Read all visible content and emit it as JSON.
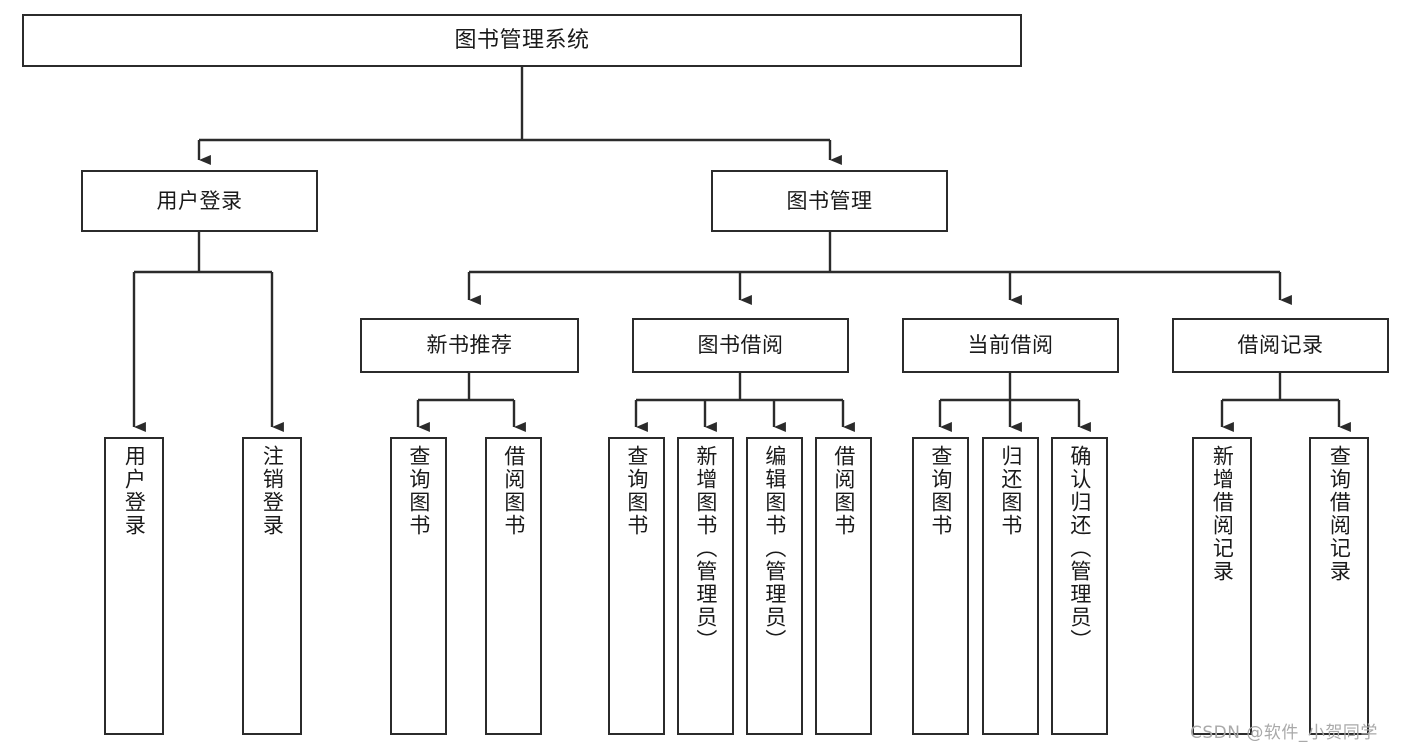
{
  "diagram": {
    "title": "图书管理系统",
    "type": "tree-hierarchy-diagram",
    "stroke_color": "#2b2b2b",
    "fill_color": "#ffffff",
    "watermark": "CSDN @软件_小贺同学"
  },
  "nodes": {
    "root": {
      "label": "图书管理系统"
    },
    "level2": [
      {
        "id": "user-login",
        "label": "用户登录"
      },
      {
        "id": "book-manage",
        "label": "图书管理"
      }
    ],
    "level3": [
      {
        "id": "new-book-rec",
        "label": "新书推荐"
      },
      {
        "id": "book-borrow",
        "label": "图书借阅"
      },
      {
        "id": "current-borrow",
        "label": "当前借阅"
      },
      {
        "id": "borrow-record",
        "label": "借阅记录"
      }
    ],
    "leaves": {
      "user_login": [
        {
          "id": "leaf-user-login",
          "label": "用户登录"
        },
        {
          "id": "leaf-logout-login",
          "label": "注销登录"
        }
      ],
      "new_book_rec": [
        {
          "id": "leaf-query-book-1",
          "label": "查询图书"
        },
        {
          "id": "leaf-borrow-book-1",
          "label": "借阅图书"
        }
      ],
      "book_borrow": [
        {
          "id": "leaf-query-book-2",
          "label": "查询图书"
        },
        {
          "id": "leaf-add-book",
          "label": "新增图书（管理员）"
        },
        {
          "id": "leaf-edit-book",
          "label": "编辑图书（管理员）"
        },
        {
          "id": "leaf-borrow-book-2",
          "label": "借阅图书"
        }
      ],
      "current_borrow": [
        {
          "id": "leaf-query-book-3",
          "label": "查询图书"
        },
        {
          "id": "leaf-return-book",
          "label": "归还图书"
        },
        {
          "id": "leaf-confirm-return",
          "label": "确认归还（管理员）"
        }
      ],
      "borrow_record": [
        {
          "id": "leaf-add-record",
          "label": "新增借阅记录"
        },
        {
          "id": "leaf-query-record",
          "label": "查询借阅记录"
        }
      ]
    }
  }
}
